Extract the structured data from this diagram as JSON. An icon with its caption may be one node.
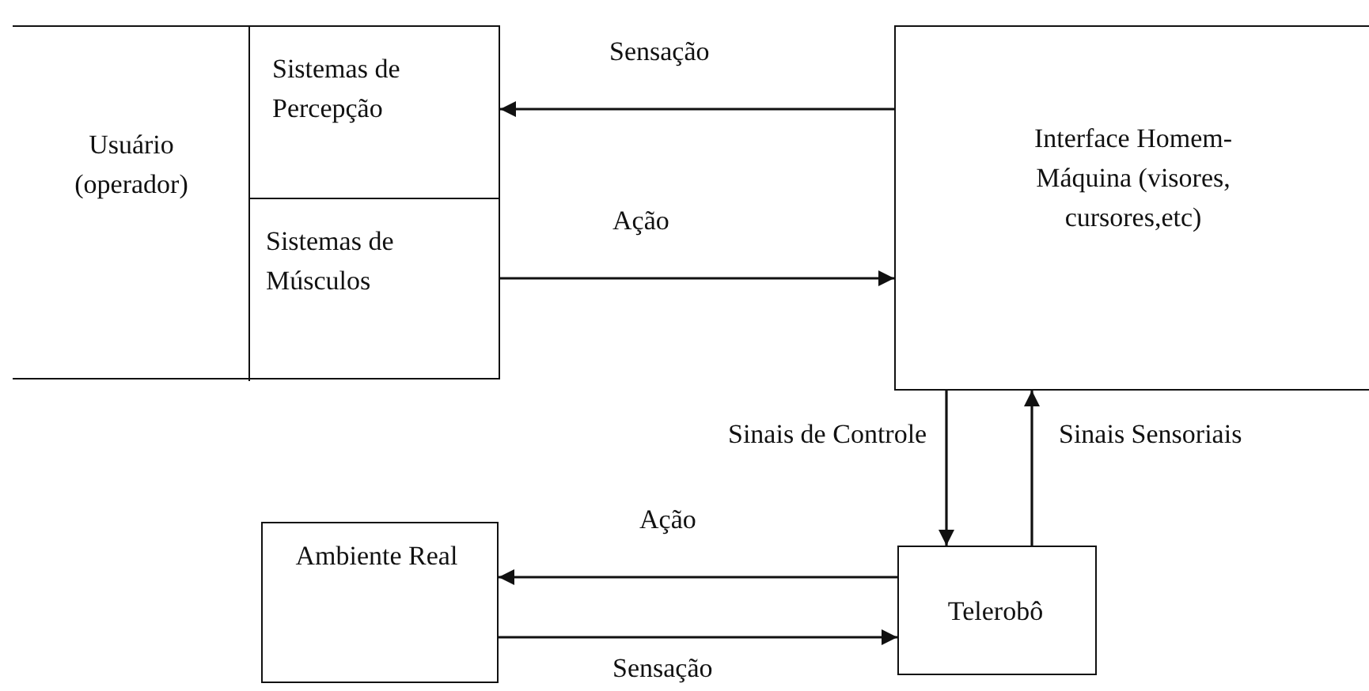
{
  "diagram": {
    "nodes": [
      {
        "text": [
          "Usuário (operador)"
        ]
      },
      {
        "text": [
          "Sistemas de Percepção"
        ],
        "in": 0
      },
      {
        "text": [
          "Sistemas de Músculos"
        ],
        "in": 0
      },
      {
        "text": [
          "Interface Homem-Máquina (visores, cursores,etc)"
        ]
      },
      {
        "text": [
          "Ambiente Real"
        ]
      },
      {
        "text": [
          "Telerobô"
        ]
      }
    ],
    "edges": [
      {
        "from": 3,
        "to": 1,
        "arrow": "to",
        "label": "Sensação"
      },
      {
        "from": 2,
        "to": 3,
        "arrow": "to",
        "label": "Ação"
      },
      {
        "from": 3,
        "to": 5,
        "arrow": "to",
        "label": "Sinais de Controle"
      },
      {
        "from": 5,
        "to": 3,
        "arrow": "to",
        "label": "Sinais Sensoriais"
      },
      {
        "from": 5,
        "to": 4,
        "arrow": "to",
        "label": "Ação"
      },
      {
        "from": 4,
        "to": 5,
        "arrow": "to",
        "label": "Sensação"
      }
    ]
  }
}
